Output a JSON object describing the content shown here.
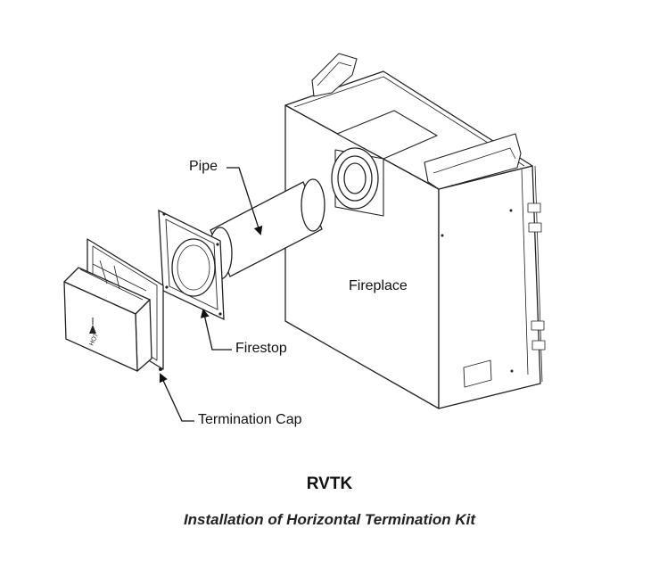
{
  "labels": {
    "pipe": "Pipe",
    "fireplace": "Fireplace",
    "firestop": "Firestop",
    "termination_cap": "Termination Cap"
  },
  "caption": {
    "code": "RVTK",
    "title": "Installation of Horizontal Termination Kit"
  }
}
